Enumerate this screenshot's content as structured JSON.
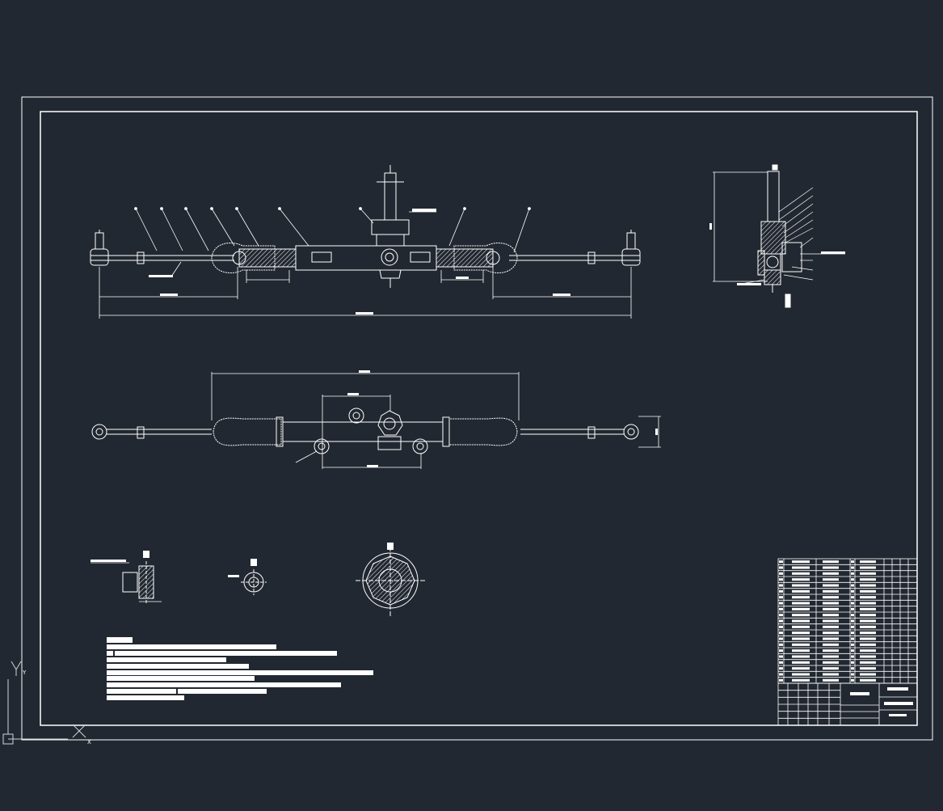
{
  "app": {
    "colors": {
      "background": "#222831",
      "line": "#ffffff",
      "ucs_icon": "#cfd3d8"
    },
    "ucs_icon": {
      "x_label": "X",
      "y_label": "Y"
    }
  },
  "drawing": {
    "labels": [
      "A",
      "B",
      "C",
      "D"
    ]
  }
}
